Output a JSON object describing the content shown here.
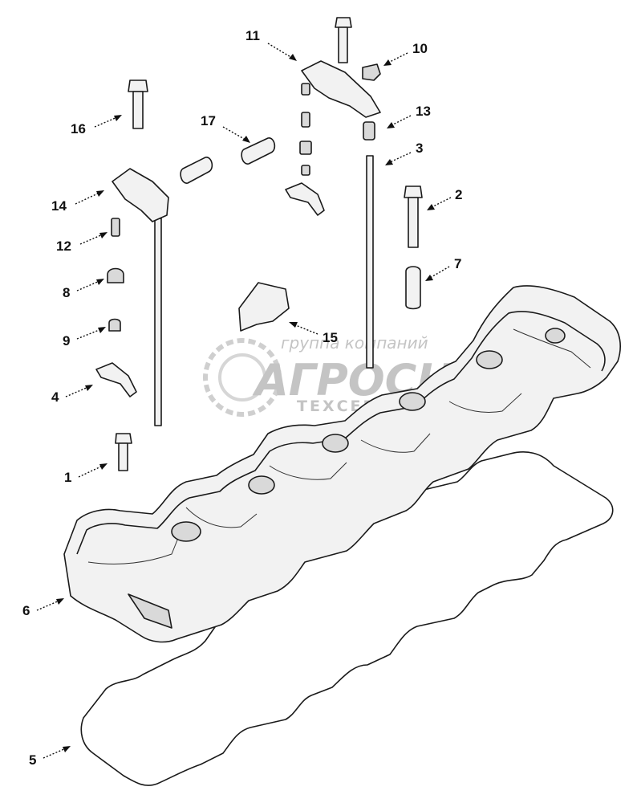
{
  "watermark": {
    "line1": "группа компаний",
    "line2": "АГРОСНАБ",
    "line3": "ТЕХСЕРВИС"
  },
  "callouts": [
    {
      "id": "1",
      "label": "1"
    },
    {
      "id": "2",
      "label": "2"
    },
    {
      "id": "3",
      "label": "3"
    },
    {
      "id": "4",
      "label": "4"
    },
    {
      "id": "5",
      "label": "5"
    },
    {
      "id": "6",
      "label": "6"
    },
    {
      "id": "7",
      "label": "7"
    },
    {
      "id": "8",
      "label": "8"
    },
    {
      "id": "9",
      "label": "9"
    },
    {
      "id": "10",
      "label": "10"
    },
    {
      "id": "11",
      "label": "11"
    },
    {
      "id": "12",
      "label": "12"
    },
    {
      "id": "13",
      "label": "13"
    },
    {
      "id": "14",
      "label": "14"
    },
    {
      "id": "15",
      "label": "15"
    },
    {
      "id": "16",
      "label": "16"
    },
    {
      "id": "17",
      "label": "17"
    }
  ]
}
